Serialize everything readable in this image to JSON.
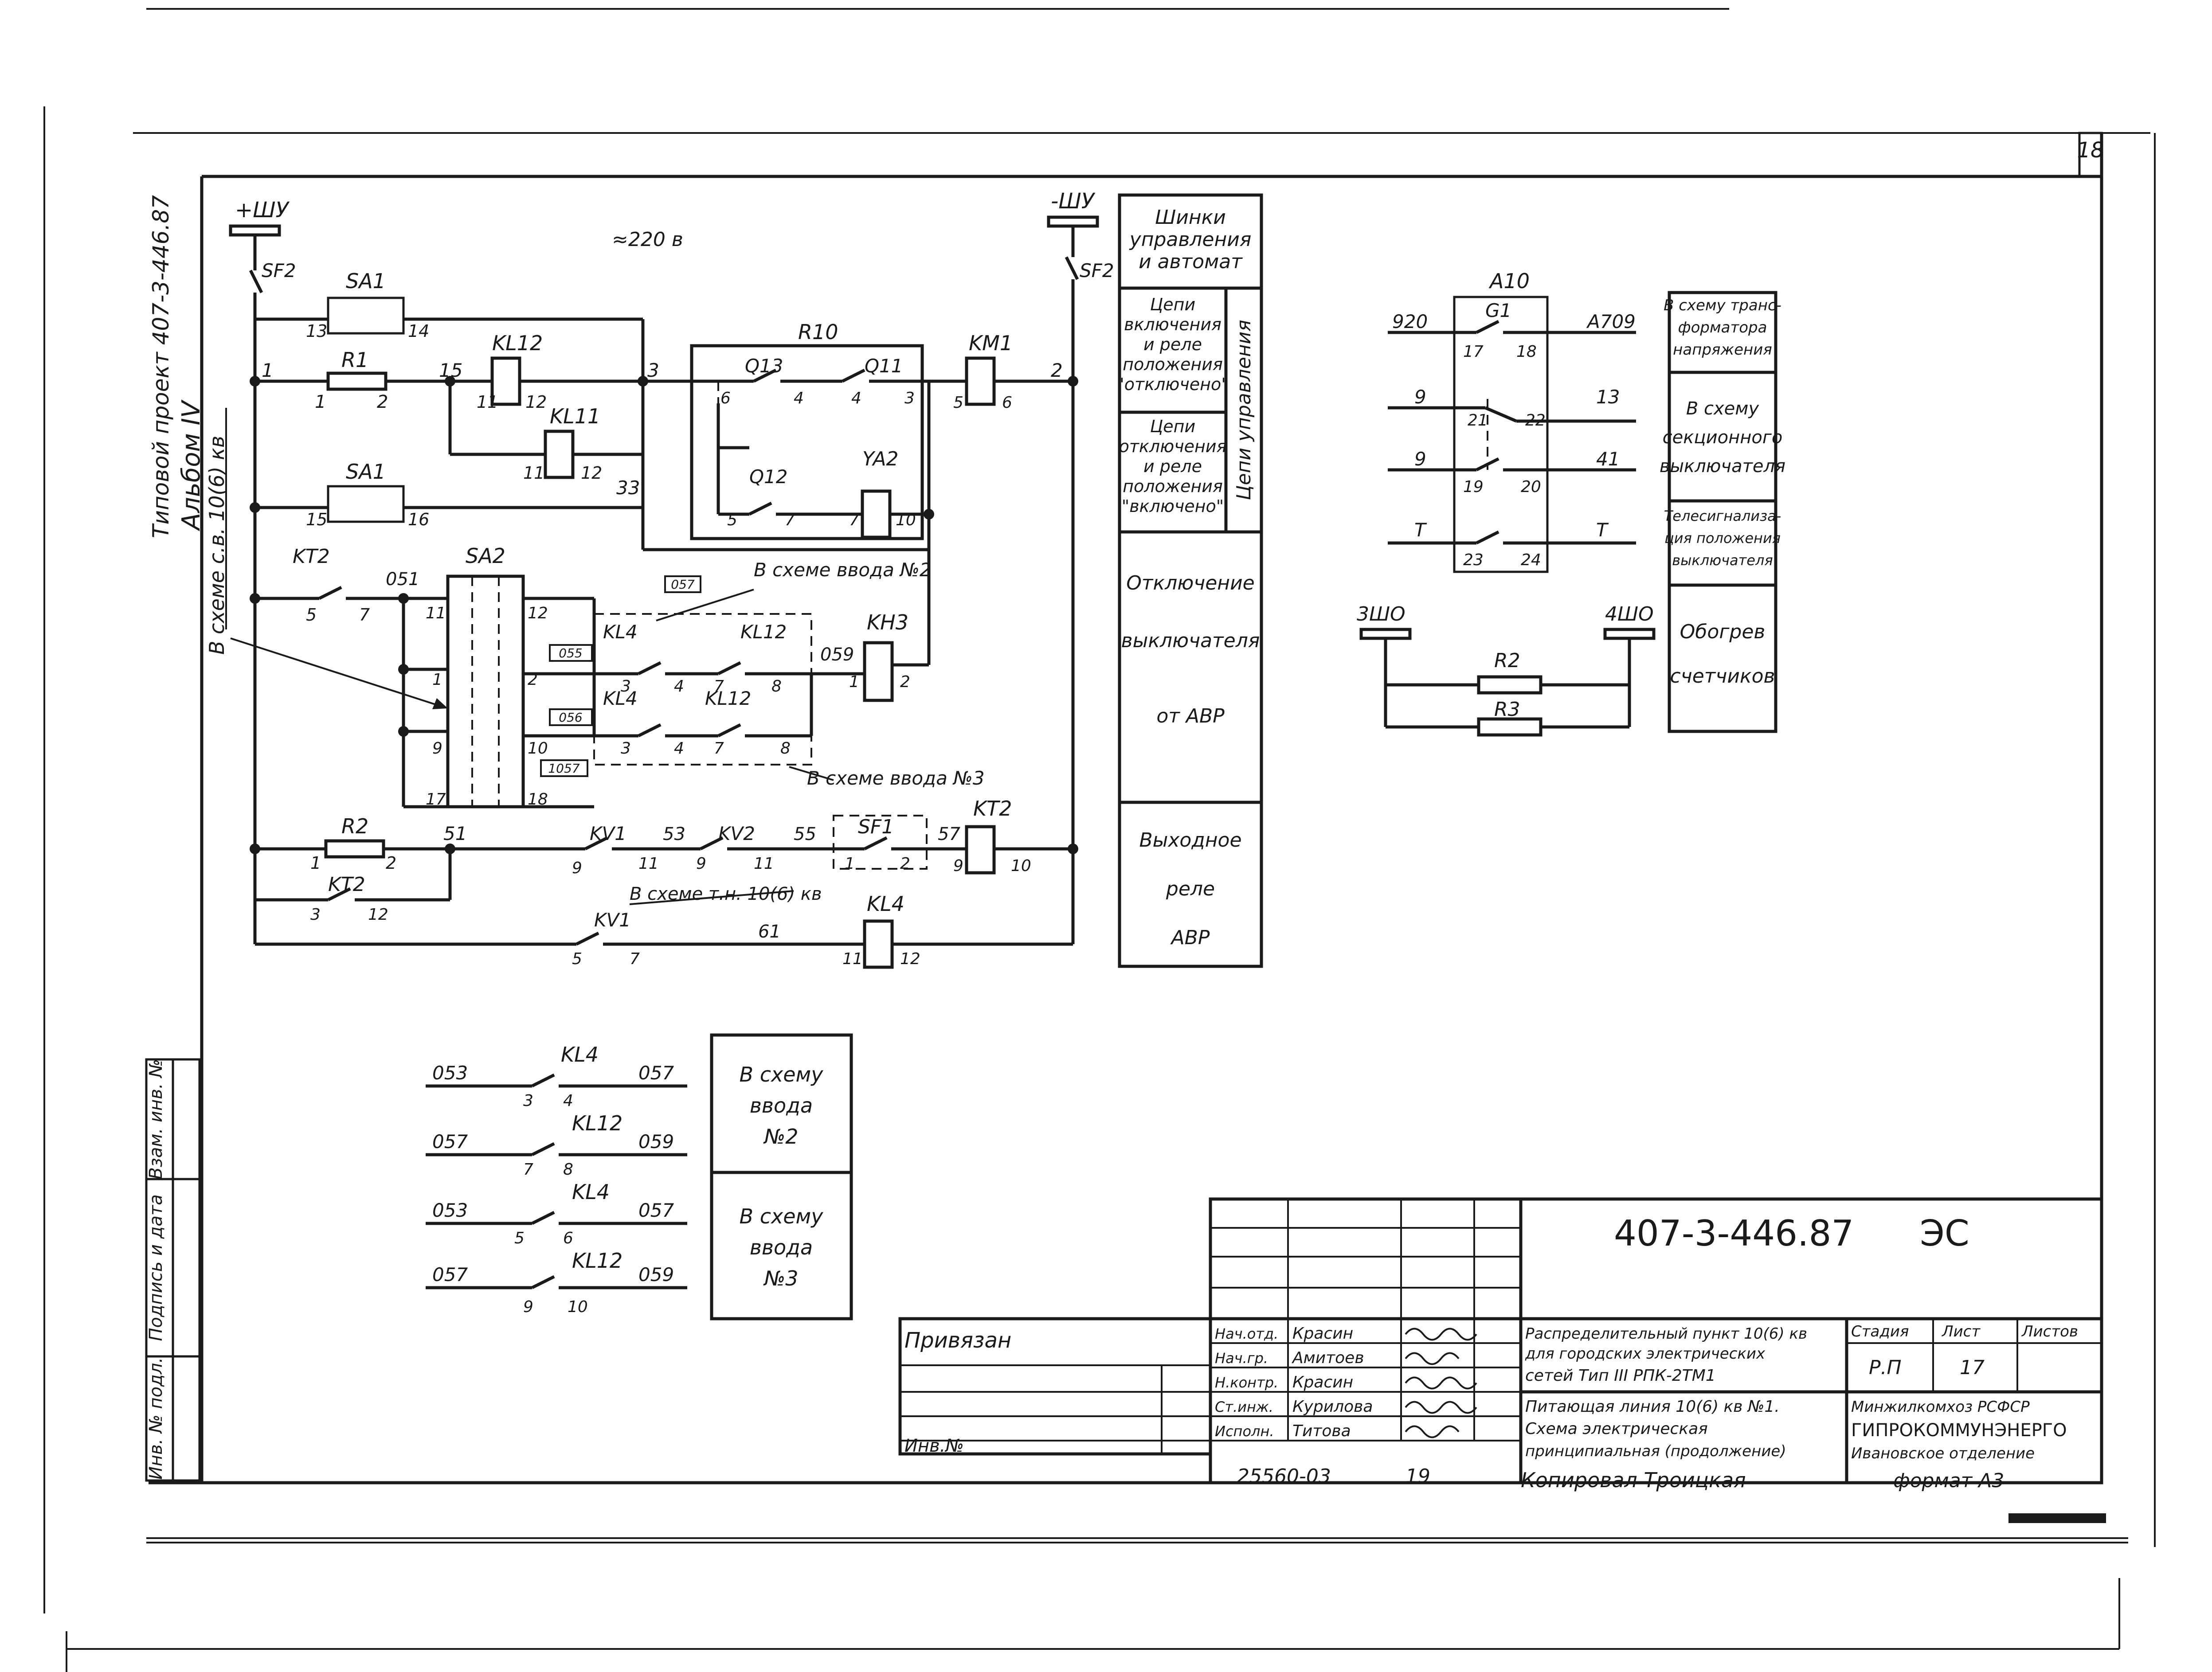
{
  "sheet": {
    "sheet_number": "18",
    "voltage": "≈220 в",
    "top_left_rotated_lines": [
      "Типовой проект 407-3-446.87",
      "Альбом IV"
    ],
    "left_stamp_rotated": [
      "Инв. № подл.",
      "Подпись и дата",
      "Взам. инв. №"
    ],
    "dim_note": "В схеме с.в. 10(6) кв"
  },
  "buses": {
    "plus": "+ШУ",
    "minus": "-ШУ",
    "sf2_left": "SF2",
    "sf2_right": "SF2",
    "bus_3sh": "3ШО",
    "bus_4sh": "4ШО"
  },
  "main_labels": {
    "SA1_top": "SA1",
    "SA1_top_13": "13",
    "SA1_top_14": "14",
    "R1": "R1",
    "R1_1": "1",
    "R1_2": "2",
    "node_1": "1",
    "node_15": "15",
    "node_3": "3",
    "node_2": "2",
    "KL12_top": "KL12",
    "KL12_top_11": "11",
    "KL12_top_12": "12",
    "KL11": "KL11",
    "KL11_11": "11",
    "KL11_12": "12",
    "R10": "R10",
    "Q13": "Q13",
    "Q13_6": "6",
    "Q13_4": "4",
    "Q11": "Q11",
    "Q11_4": "4",
    "Q11_3": "3",
    "Q12": "Q12",
    "Q12_5": "5",
    "Q12_7": "7",
    "YA2": "YA2",
    "YA2_7": "7",
    "YA2_10": "10",
    "KM1": "KM1",
    "KM1_5": "5",
    "KM1_6": "6",
    "SA1_mid": "SA1",
    "SA1_mid_15": "15",
    "SA1_mid_16": "16",
    "node_33": "33",
    "KT2_a": "KT2",
    "KT2_a_5": "5",
    "KT2_a_7": "7",
    "node_051": "051",
    "SA2": "SA2",
    "SA2_11": "11",
    "SA2_12": "12",
    "SA2_1": "1",
    "SA2_2": "2",
    "SA2_9": "9",
    "SA2_10": "10",
    "SA2_17": "17",
    "SA2_18": "18",
    "tag_057": "057",
    "tag_055": "055",
    "tag_056": "056",
    "tag_1057": "1057",
    "KL4_a": "KL4",
    "KL4_a_3": "3",
    "KL4_a_4": "4",
    "KL12_a": "KL12",
    "KL12_a_7": "7",
    "KL12_a_8": "8",
    "KL4_b": "KL4",
    "KL4_b_3": "3",
    "KL4_b_4": "4",
    "KL12_b": "KL12",
    "KL12_b_7": "7",
    "KL12_b_8": "8",
    "node_059": "059",
    "KH3": "KH3",
    "KH3_1": "1",
    "KH3_2": "2",
    "note_vvod2": "В схеме ввода №2",
    "note_vvod3": "В схеме ввода №3",
    "R2": "R2",
    "R2_1": "1",
    "R2_2": "2",
    "node_51": "51",
    "KV1_a": "KV1",
    "KV1_a_9": "9",
    "KV1_a_11": "11",
    "node_53": "53",
    "KV2": "KV2",
    "KV2_9": "9",
    "KV2_11": "11",
    "node_55": "55",
    "SF1": "SF1",
    "SF1_1": "1",
    "SF1_2": "2",
    "node_57": "57",
    "KT2_coil": "KT2",
    "KT2_coil_9": "9",
    "KT2_coil_10": "10",
    "note_tn": "В схеме т.н. 10(6) кв",
    "KT2_b": "KT2",
    "KT2_b_3": "3",
    "KT2_b_12": "12",
    "KV1_b": "KV1",
    "KV1_b_5": "5",
    "KV1_b_7": "7",
    "node_61": "61",
    "KL4_coil": "KL4",
    "KL4_coil_11": "11",
    "KL4_coil_12": "12"
  },
  "side_table": [
    {
      "text": "Шинки управления и автомат"
    },
    {
      "text": "Цепи включения и реле положения \"отключено\""
    },
    {
      "text": "Цепи отключения и реле положения \"включено\""
    },
    {
      "text": "Цепи управления"
    },
    {
      "text": "Отключение выключателя от АВР"
    },
    {
      "text": "Выходное реле АВР"
    }
  ],
  "a10": {
    "title": "A10",
    "g1": "G1",
    "rows": [
      {
        "left": "920",
        "a": "17",
        "b": "18",
        "right": "A709"
      },
      {
        "left": "9",
        "a": "21",
        "b": "22",
        "right": "13"
      },
      {
        "left": "9",
        "a": "19",
        "b": "20",
        "right": "41"
      },
      {
        "left": "T",
        "a": "23",
        "b": "24",
        "right": "T"
      }
    ],
    "R2": "R2",
    "R3": "R3"
  },
  "right_table": [
    {
      "text": "В схему трансформатора напряжения"
    },
    {
      "text": "В схему секционного выключателя"
    },
    {
      "text": "Телесигнализация положения выключателя"
    },
    {
      "text": "Обогрев счетчиков"
    }
  ],
  "lower": {
    "rows": [
      {
        "left": "053",
        "a": "3",
        "b": "4",
        "relay": "KL4",
        "right": "057"
      },
      {
        "left": "057",
        "a": "7",
        "b": "8",
        "relay": "KL12",
        "right": "059"
      },
      {
        "left": "053",
        "a": "5",
        "b": "6",
        "relay": "KL4",
        "right": "057"
      },
      {
        "left": "057",
        "a": "9",
        "b": "10",
        "relay": "KL12",
        "right": "059"
      }
    ],
    "box1": "В схему ввода №2",
    "box2": "В схему ввода №3"
  },
  "title_block": {
    "code": "407-3-446.87",
    "mark": "ЭС",
    "privyazan": "Привязан",
    "inv": "Инв.№",
    "roles": [
      "Нач.отд.",
      "Нач.гр.",
      "Н.контр.",
      "Ст.инж.",
      "Исполн."
    ],
    "names": [
      "Красин",
      "Амитоев",
      "Красин",
      "Курилова",
      "Титова"
    ],
    "title_lines": [
      "Распределительный пункт 10(6) кв",
      "для городских электрических",
      "сетей  Тип III РПК-2ТМ1"
    ],
    "desc_lines": [
      "Питающая линия 10(6) кв №1.",
      "Схема электрическая",
      "принципиальная (продолжение)"
    ],
    "stage_hdr": "Стадия",
    "sheet_hdr": "Лист",
    "sheets_hdr": "Листов",
    "stage": "Р.П",
    "sheet": "17",
    "org_lines": [
      "Минжилкомхоз РСФСР",
      "ГИПРОКОММУНЭНЕРГО",
      "Ивановское отделение"
    ],
    "bottom_num": "25560-03",
    "bottom_19": "19",
    "copied": "Копировал  Троицкая",
    "format": "формат А3"
  }
}
